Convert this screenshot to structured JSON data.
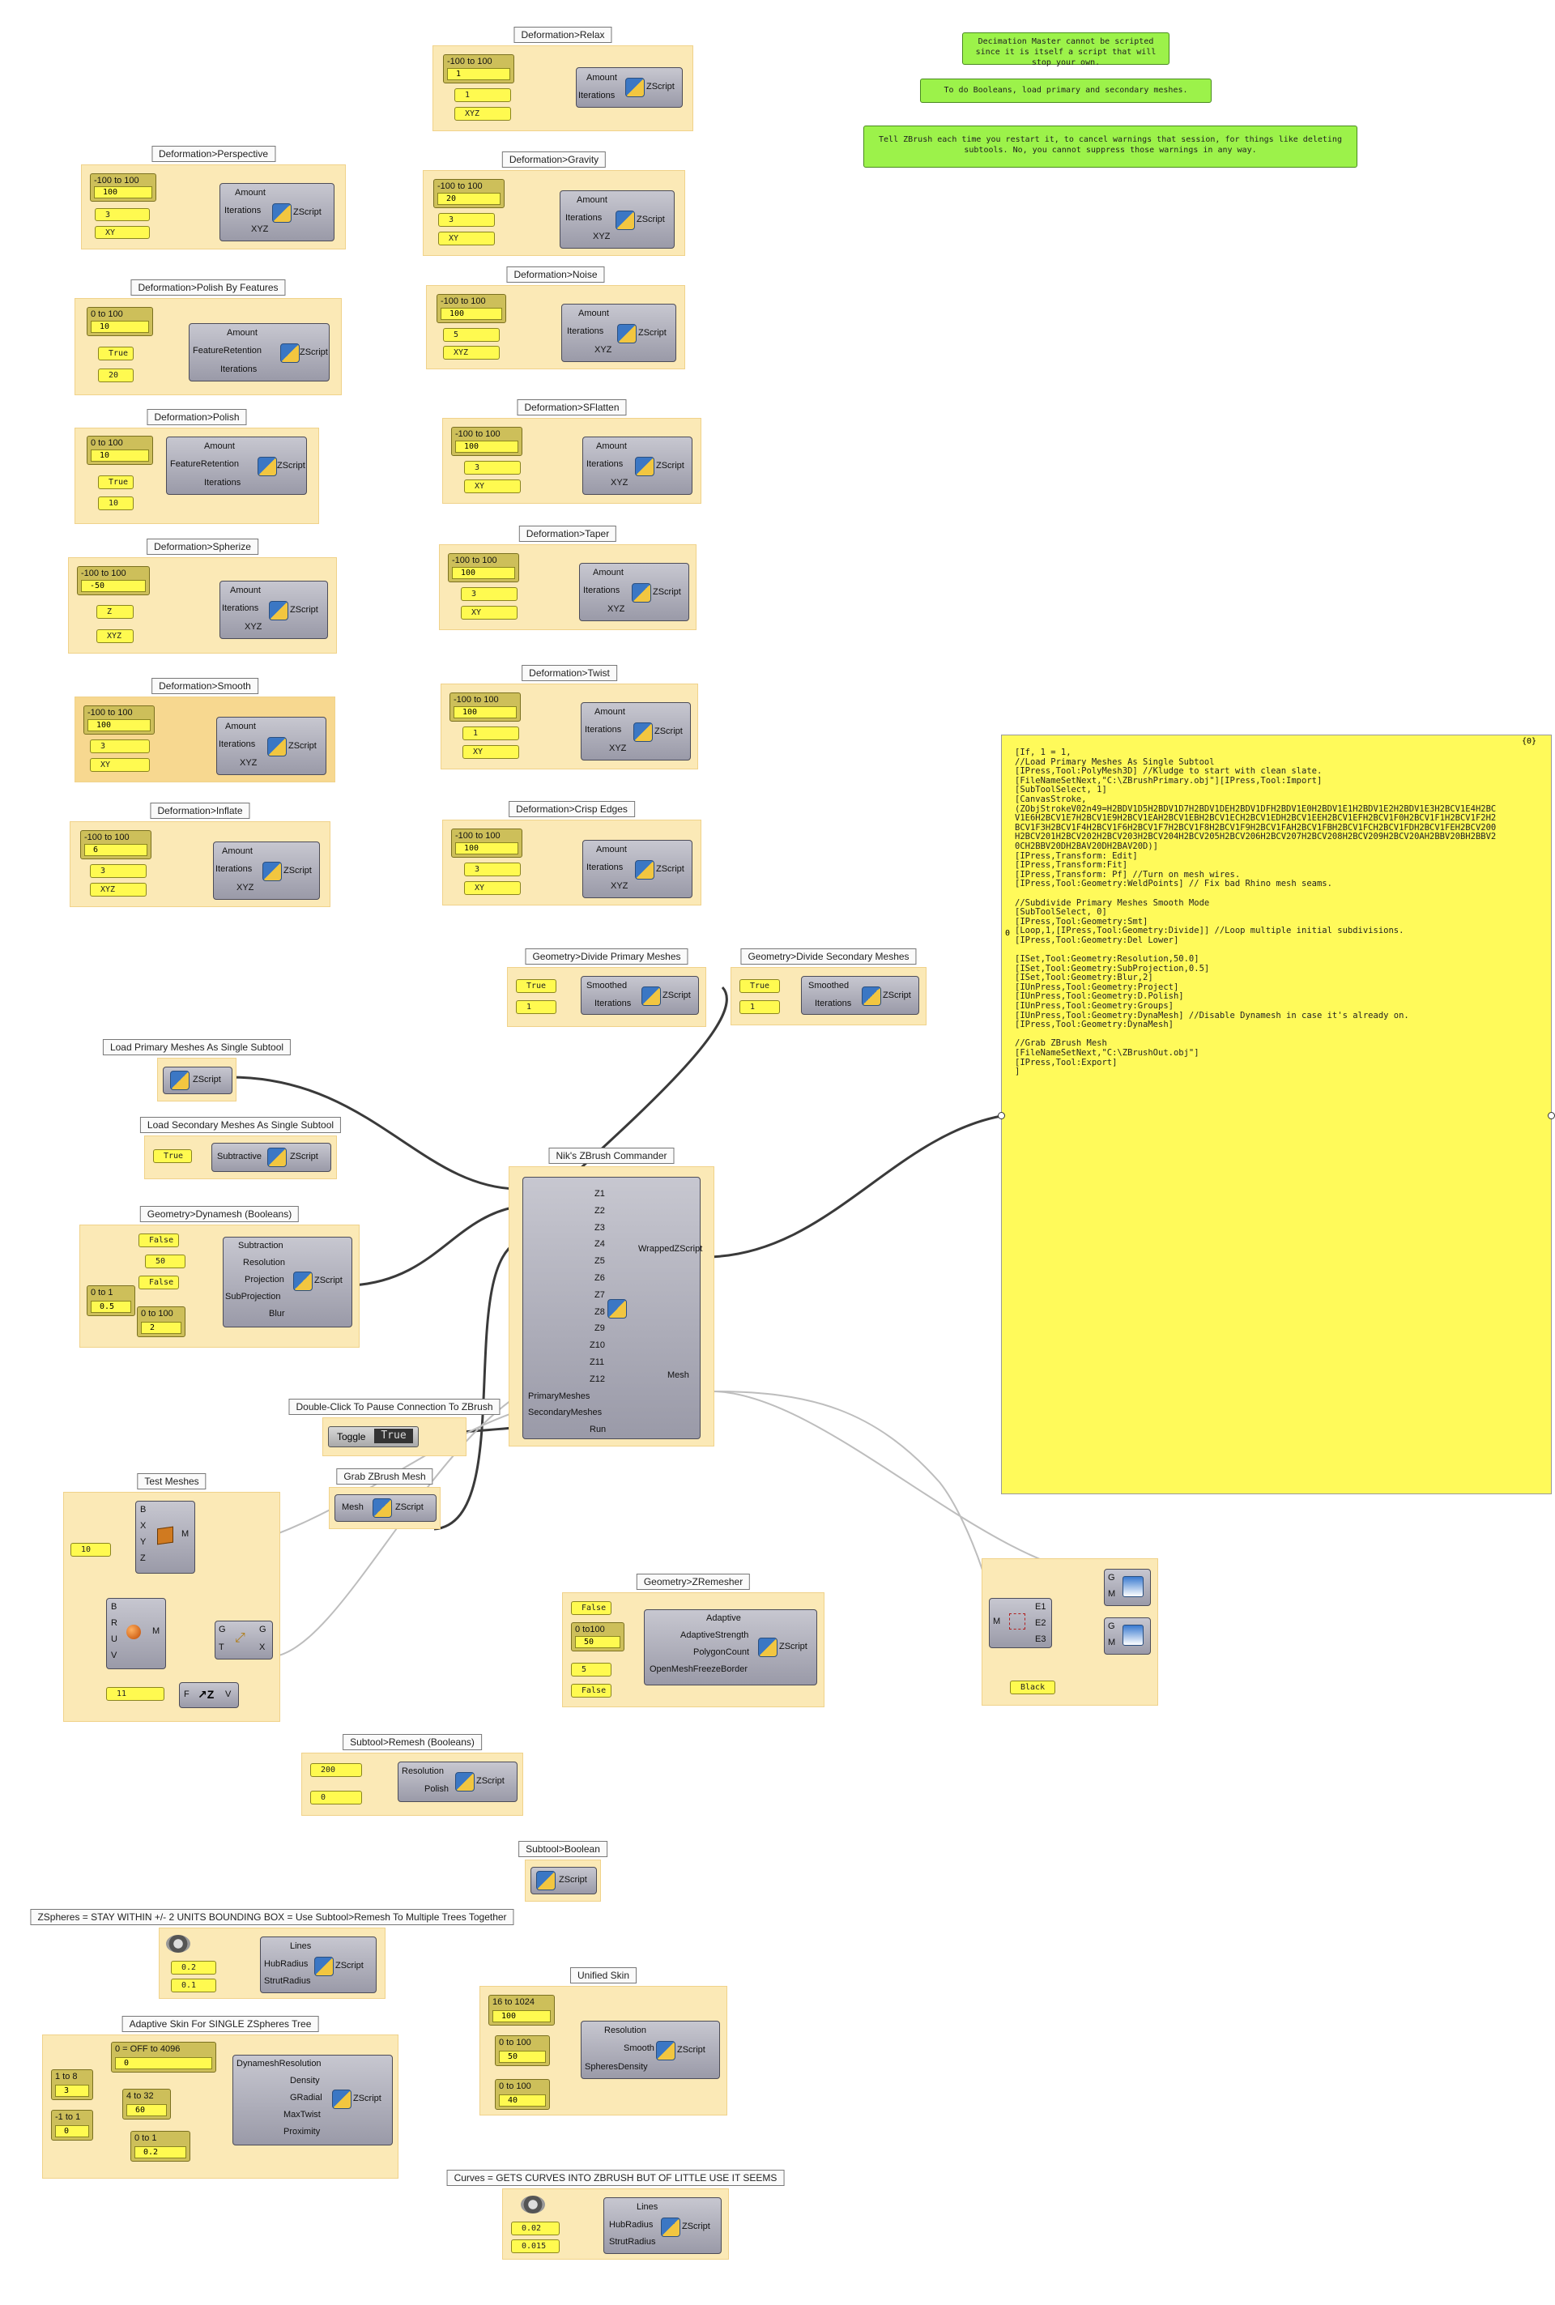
{
  "notes": [
    "Decimation Master cannot be scripted since it is itself a script that will stop your own.",
    "To do Booleans, load primary and secondary meshes.",
    "Tell ZBrush each time you restart it, to cancel warnings that session, for things like deleting subtools. No, you cannot suppress those warnings in any way."
  ],
  "component_label": "ZScript",
  "groups": {
    "relax": {
      "title": "Deformation>Relax",
      "slider_range": "-100 to 100",
      "slider_value": "1",
      "in1": "1",
      "in2": "XYZ",
      "inputs": [
        "Amount",
        "Iterations"
      ]
    },
    "perspective": {
      "title": "Deformation>Perspective",
      "slider_range": "-100 to 100",
      "slider_value": "100",
      "in1": "3",
      "in2": "XY",
      "inputs": [
        "Amount",
        "Iterations",
        "XYZ"
      ]
    },
    "gravity": {
      "title": "Deformation>Gravity",
      "slider_range": "-100 to 100",
      "slider_value": "20",
      "in1": "3",
      "in2": "XY",
      "inputs": [
        "Amount",
        "Iterations",
        "XYZ"
      ]
    },
    "polish_features": {
      "title": "Deformation>Polish By Features",
      "slider_range": "0 to 100",
      "slider_value": "10",
      "in1": "True",
      "in2": "20",
      "inputs": [
        "Amount",
        "FeatureRetention",
        "Iterations"
      ]
    },
    "noise": {
      "title": "Deformation>Noise",
      "slider_range": "-100 to 100",
      "slider_value": "100",
      "in1": "5",
      "in2": "XYZ",
      "inputs": [
        "Amount",
        "Iterations",
        "XYZ"
      ]
    },
    "polish": {
      "title": "Deformation>Polish",
      "slider_range": "0 to 100",
      "slider_value": "10",
      "in1": "True",
      "in2": "10",
      "inputs": [
        "Amount",
        "FeatureRetention",
        "Iterations"
      ]
    },
    "sflatten": {
      "title": "Deformation>SFlatten",
      "slider_range": "-100 to 100",
      "slider_value": "100",
      "in1": "3",
      "in2": "XY",
      "inputs": [
        "Amount",
        "Iterations",
        "XYZ"
      ]
    },
    "spherize": {
      "title": "Deformation>Spherize",
      "slider_range": "-100 to 100",
      "slider_value": "-50",
      "in1": "Z",
      "in2": "XYZ",
      "inputs": [
        "Amount",
        "Iterations",
        "XYZ"
      ]
    },
    "taper": {
      "title": "Deformation>Taper",
      "slider_range": "-100 to 100",
      "slider_value": "100",
      "in1": "3",
      "in2": "XY",
      "inputs": [
        "Amount",
        "Iterations",
        "XYZ"
      ]
    },
    "smooth": {
      "title": "Deformation>Smooth",
      "slider_range": "-100 to 100",
      "slider_value": "100",
      "in1": "3",
      "in2": "XY",
      "inputs": [
        "Amount",
        "Iterations",
        "XYZ"
      ]
    },
    "twist": {
      "title": "Deformation>Twist",
      "slider_range": "-100 to 100",
      "slider_value": "100",
      "in1": "1",
      "in2": "XY",
      "inputs": [
        "Amount",
        "Iterations",
        "XYZ"
      ]
    },
    "inflate": {
      "title": "Deformation>Inflate",
      "slider_range": "-100 to 100",
      "slider_value": "6",
      "in1": "3",
      "in2": "XYZ",
      "inputs": [
        "Amount",
        "Iterations",
        "XYZ"
      ]
    },
    "crisp": {
      "title": "Deformation>Crisp Edges",
      "slider_range": "-100 to 100",
      "slider_value": "100",
      "in1": "3",
      "in2": "XY",
      "inputs": [
        "Amount",
        "Iterations",
        "XYZ"
      ]
    },
    "divide_primary": {
      "title": "Geometry>Divide Primary Meshes",
      "in1": "True",
      "in2": "1",
      "inputs": [
        "Smoothed",
        "Iterations"
      ]
    },
    "divide_secondary": {
      "title": "Geometry>Divide Secondary Meshes",
      "in1": "True",
      "in2": "1",
      "inputs": [
        "Smoothed",
        "Iterations"
      ]
    },
    "load_primary": {
      "title": "Load Primary Meshes As Single Subtool"
    },
    "load_secondary": {
      "title": "Load Secondary Meshes As Single Subtool",
      "in1": "True",
      "inputs": [
        "Subtractive"
      ]
    },
    "dynamesh": {
      "title": "Geometry>Dynamesh (Booleans)",
      "v1": "False",
      "v2": "50",
      "v3": "False",
      "s1_range": "0 to 1",
      "s1_value": "0.5",
      "s2_range": "0 to 100",
      "s2_value": "2",
      "inputs": [
        "Subtraction",
        "Resolution",
        "Projection",
        "SubProjection",
        "Blur"
      ]
    },
    "commander": {
      "title": "Nik's ZBrush Commander",
      "inputs": [
        "Z1",
        "Z2",
        "Z3",
        "Z4",
        "Z5",
        "Z6",
        "Z7",
        "Z8",
        "Z9",
        "Z10",
        "Z11",
        "Z12",
        "PrimaryMeshes",
        "SecondaryMeshes",
        "Run"
      ],
      "outputs": [
        "WrappedZScript",
        "Mesh"
      ]
    },
    "toggle": {
      "title": "Double-Click To Pause Connection To ZBrush",
      "label": "Toggle",
      "value": "True"
    },
    "test_meshes": {
      "title": "Test Meshes",
      "box_inputs": [
        "B",
        "X",
        "Y",
        "Z"
      ],
      "box_output": "M",
      "sphere_inputs": [
        "B",
        "R",
        "U",
        "V"
      ],
      "sphere_output": "M",
      "param1": "10",
      "param2": "11",
      "move_inputs": [
        "G",
        "T"
      ],
      "move_outputs": [
        "G",
        "X"
      ],
      "series_inputs": [
        "F"
      ],
      "series_output": "V"
    },
    "grab": {
      "title": "Grab ZBrush Mesh",
      "inputs": [
        "Mesh"
      ]
    },
    "zremesher": {
      "title": "Geometry>ZRemesher",
      "v1": "False",
      "s_range": "0 to100",
      "s_value": "50",
      "v3": "5",
      "v4": "False",
      "inputs": [
        "Adaptive",
        "AdaptiveStrength",
        "PolygonCount",
        "OpenMeshFreezeBorder"
      ]
    },
    "preview": {
      "explode_outputs": [
        "E1",
        "E2",
        "E3"
      ],
      "explode_input": "M",
      "preview_inputs": [
        "G",
        "M"
      ],
      "colour": "Black"
    },
    "remesh": {
      "title": "Subtool>Remesh (Booleans)",
      "v1": "200",
      "v2": "0",
      "inputs": [
        "Resolution",
        "Polish"
      ]
    },
    "boolean": {
      "title": "Subtool>Boolean"
    },
    "zspheres": {
      "title": "ZSpheres = STAY WITHIN +/- 2 UNITS BOUNDING BOX = Use Subtool>Remesh To Multiple Trees Together",
      "v1": "0.2",
      "v2": "0.1",
      "inputs": [
        "Lines",
        "HubRadius",
        "StrutRadius"
      ]
    },
    "unified": {
      "title": "Unified Skin",
      "s1_range": "16 to 1024",
      "s1_value": "100",
      "s2_range": "0 to 100",
      "s2_value": "50",
      "s3_range": "0 to 100",
      "s3_value": "40",
      "inputs": [
        "Resolution",
        "Smooth",
        "SpheresDensity"
      ]
    },
    "adaptive": {
      "title": "Adaptive Skin For SINGLE ZSpheres Tree",
      "s1_range": "0 = OFF to 4096",
      "s1_value": "0",
      "s2_range": "1 to 8",
      "s2_value": "3",
      "s3_range": "4 to 32",
      "s3_value": "60",
      "s4_range": "-1 to 1",
      "s4_value": "0",
      "s5_range": "0 to 1",
      "s5_value": "0.2",
      "inputs": [
        "DynameshResolution",
        "Density",
        "GRadial",
        "MaxTwist",
        "Proximity"
      ]
    },
    "curves": {
      "title": "Curves = GETS CURVES INTO ZBRUSH BUT OF LITTLE USE IT SEEMS",
      "v1": "0.02",
      "v2": "0.015",
      "inputs": [
        "Lines",
        "HubRadius",
        "StrutRadius"
      ]
    }
  },
  "script_panel": {
    "count": "{0}",
    "index": "0",
    "lines": [
      "[If, 1 = 1,",
      "//Load Primary Meshes As Single Subtool",
      "[IPress,Tool:PolyMesh3D] //Kludge to start with clean slate.",
      "[FileNameSetNext,\"C:\\ZBrushPrimary.obj\"][IPress,Tool:Import]",
      "[SubToolSelect, 1]",
      "[CanvasStroke,",
      "(ZObjStrokeV02n49=H2BDV1D5H2BDV1D7H2BDV1DEH2BDV1DFH2BDV1E0H2BDV1E1H2BDV1E2H2BDV1E3H2BCV1E4H2BC",
      "V1E6H2BCV1E7H2BCV1E9H2BCV1EAH2BCV1EBH2BCV1ECH2BCV1EDH2BCV1EEH2BCV1EFH2BCV1F0H2BCV1F1H2BCV1F2H2",
      "BCV1F3H2BCV1F4H2BCV1F6H2BCV1F7H2BCV1F8H2BCV1F9H2BCV1FAH2BCV1FBH2BCV1FCH2BCV1FDH2BCV1FEH2BCV200",
      "H2BCV201H2BCV202H2BCV203H2BCV204H2BCV205H2BCV206H2BCV207H2BCV208H2BCV209H2BCV20AH2BBV20BH2BBV2",
      "0CH2BBV20DH2BAV20DH2BAV20D)]",
      "[IPress,Transform: Edit]",
      "[IPress,Transform:Fit]",
      "[IPress,Transform: Pf] //Turn on mesh wires.",
      "[IPress,Tool:Geometry:WeldPoints] // Fix bad Rhino mesh seams.",
      "",
      "//Subdivide Primary Meshes Smooth Mode",
      "[SubToolSelect, 0]",
      "[IPress,Tool:Geometry:Smt]",
      "[Loop,1,[IPress,Tool:Geometry:Divide]] //Loop multiple initial subdivisions.",
      "[IPress,Tool:Geometry:Del Lower]",
      "",
      "[ISet,Tool:Geometry:Resolution,50.0]",
      "[ISet,Tool:Geometry:SubProjection,0.5]",
      "[ISet,Tool:Geometry:Blur,2]",
      "[IUnPress,Tool:Geometry:Project]",
      "[IUnPress,Tool:Geometry:D.Polish]",
      "[IUnPress,Tool:Geometry:Groups]",
      "[IUnPress,Tool:Geometry:DynaMesh] //Disable Dynamesh in case it's already on.",
      "[IPress,Tool:Geometry:DynaMesh]",
      "",
      "//Grab ZBrush Mesh",
      "[FileNameSetNext,\"C:\\ZBrushOut.obj\"]",
      "[IPress,Tool:Export]",
      "]"
    ]
  }
}
